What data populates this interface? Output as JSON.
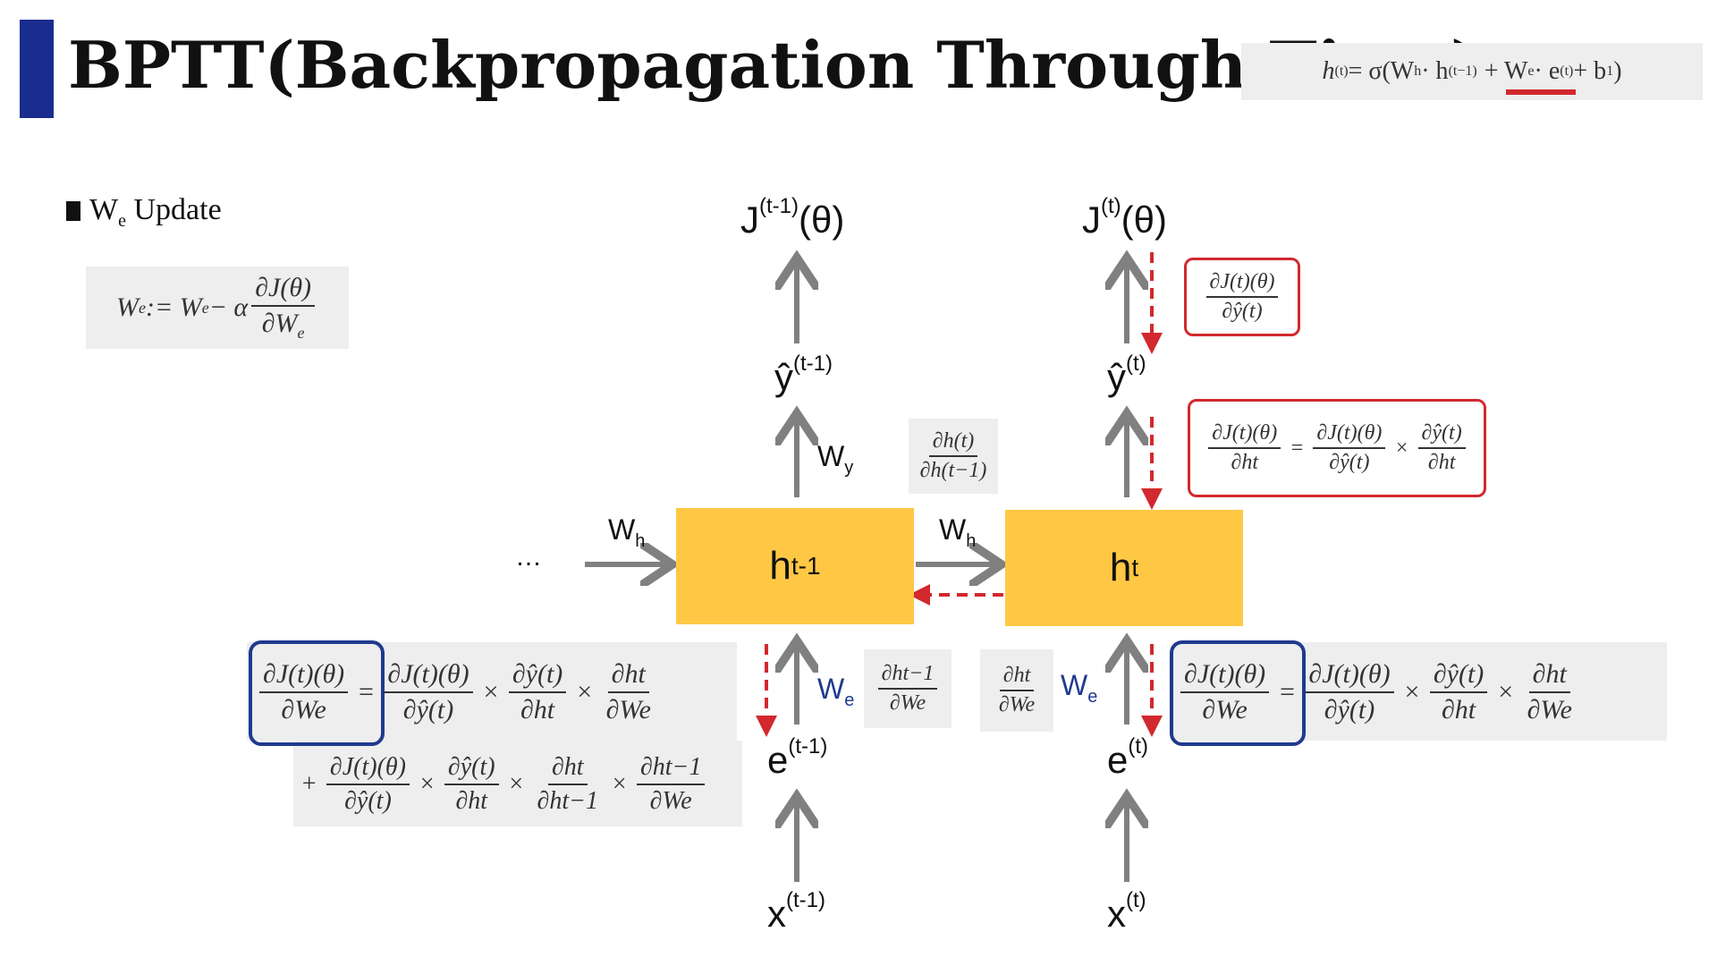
{
  "colors": {
    "accent_navy": "#1a2d8f",
    "node_fill": "#ffc844",
    "arrow_gray": "#808080",
    "backprop_red": "#d2282e",
    "highlight_blue": "#1f3a8f",
    "formula_bg": "#eeeeee"
  },
  "header": {
    "title": "BPTT(Backpropagation Through Time)",
    "formula": {
      "lhs": "h",
      "lhs_sup": "(t)",
      "eq": " = σ(W",
      "wh_sub": "h",
      "mid1": " · h",
      "mid1_sup": "(t−1)",
      "plus_we": "+ W",
      "we_sub": "e",
      "mid2": " · e",
      "mid2_sup": "(t)",
      "tail": " + b",
      "tail_sub": "1",
      "close": ")"
    }
  },
  "update": {
    "heading_w": "W",
    "heading_sub": "e",
    "heading_text": " Update",
    "rule_lhs": "W",
    "rule_lhs_sub": "e",
    "rule_mid": " := W",
    "rule_mid_sub": "e",
    "rule_minus": " − α",
    "rule_num": "∂J(θ)",
    "rule_den": "∂W",
    "rule_den_sub": "e"
  },
  "diagram": {
    "ellipsis": "…",
    "nodes": [
      {
        "main": "h",
        "sub": "t-1"
      },
      {
        "main": "h",
        "sub": "t"
      }
    ],
    "j_prev": {
      "main": "J",
      "sup": "(t-1)",
      "tail": "(θ)"
    },
    "j_curr": {
      "main": "J",
      "sup": "(t)",
      "tail": "(θ)"
    },
    "y_prev": {
      "main": "ŷ",
      "sup": "(t-1)"
    },
    "y_curr": {
      "main": "ŷ",
      "sup": "(t)"
    },
    "e_prev": {
      "main": "e",
      "sup": "(t-1)"
    },
    "e_curr": {
      "main": "e",
      "sup": "(t)"
    },
    "x_prev": {
      "main": "x",
      "sup": "(t-1)"
    },
    "x_curr": {
      "main": "x",
      "sup": "(t)"
    },
    "w_h_left": {
      "main": "W",
      "sub": "h"
    },
    "w_h_mid": {
      "main": "W",
      "sub": "h"
    },
    "w_y": {
      "main": "W",
      "sub": "y"
    },
    "w_e_left": {
      "main": "W",
      "sub": "e"
    },
    "w_e_right": {
      "main": "W",
      "sub": "e"
    }
  },
  "formulas": {
    "dh_dhprev": {
      "num": "∂h(t)",
      "den": "∂h(t−1)"
    },
    "dhprev_dwe": {
      "num": "∂ht−1",
      "den": "∂We"
    },
    "dht_dwe": {
      "num": "∂ht",
      "den": "∂We"
    },
    "dj_dyhat": {
      "num": "∂J(t)(θ)",
      "den": "∂ŷ(t)"
    },
    "dj_dht": {
      "lhs_num": "∂J(t)(θ)",
      "lhs_den": "∂ht",
      "eq": "=",
      "f1_num": "∂J(t)(θ)",
      "f1_den": "∂ŷ(t)",
      "times": "×",
      "f2_num": "∂ŷ(t)",
      "f2_den": "∂ht"
    },
    "left_chain": {
      "lhs_num": "∂J(t)(θ)",
      "lhs_den": "∂We",
      "eq": "=",
      "f1_num": "∂J(t)(θ)",
      "f1_den": "∂ŷ(t)",
      "f2_num": "∂ŷ(t)",
      "f2_den": "∂ht",
      "f3_num": "∂ht",
      "f3_den": "∂We",
      "times": "×",
      "plus": "+",
      "g1_num": "∂J(t)(θ)",
      "g1_den": "∂ŷ(t)",
      "g2_num": "∂ŷ(t)",
      "g2_den": "∂ht",
      "g3_num": "∂ht",
      "g3_den": "∂ht−1",
      "g4_num": "∂ht−1",
      "g4_den": "∂We"
    },
    "right_chain": {
      "lhs_num": "∂J(t)(θ)",
      "lhs_den": "∂We",
      "eq": "=",
      "f1_num": "∂J(t)(θ)",
      "f1_den": "∂ŷ(t)",
      "f2_num": "∂ŷ(t)",
      "f2_den": "∂ht",
      "f3_num": "∂ht",
      "f3_den": "∂We",
      "times": "×"
    }
  }
}
